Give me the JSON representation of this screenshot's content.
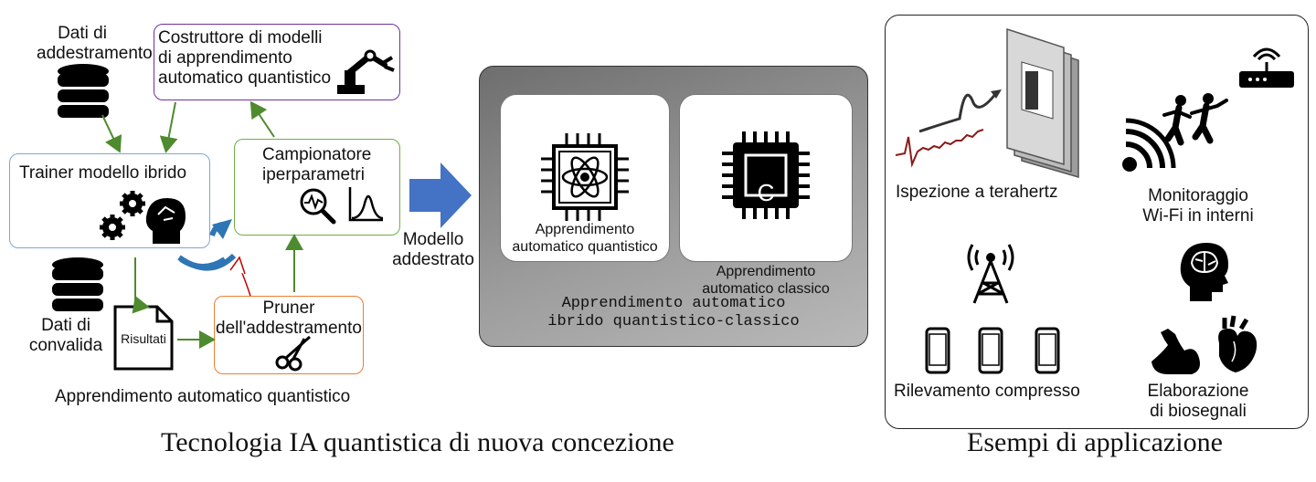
{
  "left": {
    "training_data": "Dati di\naddestramento",
    "model_builder": "Costruttore di modelli\ndi apprendimento\nautomatico quantistico",
    "hybrid_trainer": "Trainer modello ibrido",
    "sampler": "Campionatore\niperparametri",
    "validation_data": "Dati di\nconvalida",
    "results": "Risultati",
    "pruner": "Pruner\ndell'addestramento",
    "section_label": "Apprendimento automatico quantistico",
    "trained_model": "Modello\naddestrato",
    "caption": "Tecnologia IA quantistica di nuova concezione"
  },
  "middle": {
    "quantum_ml": "Apprendimento\nautomatico quantistico",
    "classic_ml": "Apprendimento\nautomatico classico",
    "chip_letter": "C",
    "hybrid_title": "Apprendimento automatico\nibrido quantistico-classico"
  },
  "right": {
    "terahertz": "Ispezione a terahertz",
    "wifi": "Monitoraggio\nWi-Fi in interni",
    "compressed": "Rilevamento compresso",
    "biosignal": "Elaborazione\ndi biosegnali",
    "caption": "Esempi di applicazione"
  },
  "colors": {
    "arrow_green": "#4e8a2e",
    "arrow_blue": "#4472c4",
    "builder_border": "#7030a0",
    "trainer_border": "#7fa7d6",
    "sampler_border": "#70ad47",
    "pruner_border": "#ed7d31",
    "gray_panel": "#8a8a8a"
  }
}
